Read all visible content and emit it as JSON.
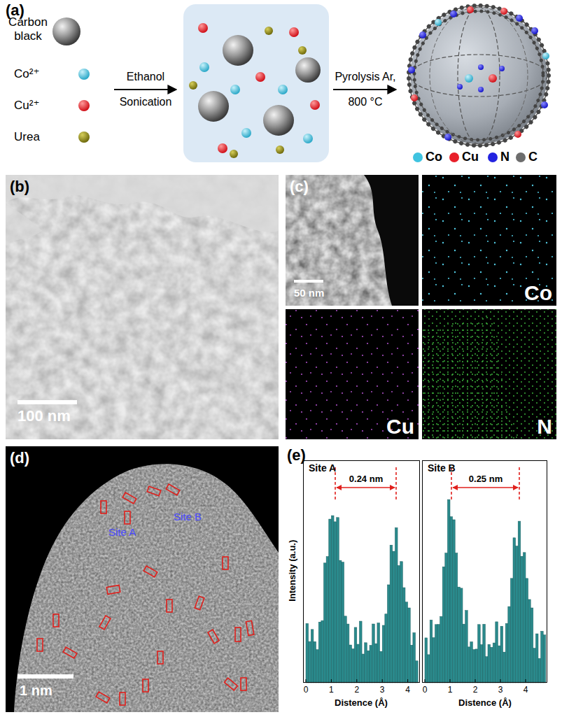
{
  "diagram": {
    "nodes": [
      {
        "text": [
          "(b)",
          "100 nm"
        ]
      },
      {
        "text": [
          "(c)",
          "50 nm"
        ]
      },
      {
        "text": [
          "Co"
        ]
      },
      {
        "text": [
          "Cu"
        ]
      },
      {
        "text": [
          "N"
        ]
      },
      {
        "text": [
          "(d)",
          "Site A",
          "Site B",
          "1 nm"
        ]
      },
      {
        "text": [
          "Site A",
          "0.24 nm"
        ]
      },
      {
        "text": [
          "Site B",
          "0.25 nm"
        ]
      }
    ],
    "labels": [
      "(a)",
      "Carbon black",
      "Co²⁺",
      "Cu²⁺",
      "Urea",
      "Ethanol Sonication",
      "Pyrolysis Ar, 800 °C",
      "(e)",
      "Intensity (a.u.)",
      "0",
      "1",
      "2",
      "3",
      "4",
      "0",
      "1",
      "2",
      "3",
      "4",
      "Distence (Å)",
      "Distence (Å)"
    ],
    "legend": [
      {
        "text": "Co",
        "color": "#3fc3e0"
      },
      {
        "text": "Cu",
        "color": "#e8202a"
      },
      {
        "text": "N",
        "color": "#2323e0"
      },
      {
        "text": "C",
        "color": "#6d6d6d"
      }
    ]
  }
}
